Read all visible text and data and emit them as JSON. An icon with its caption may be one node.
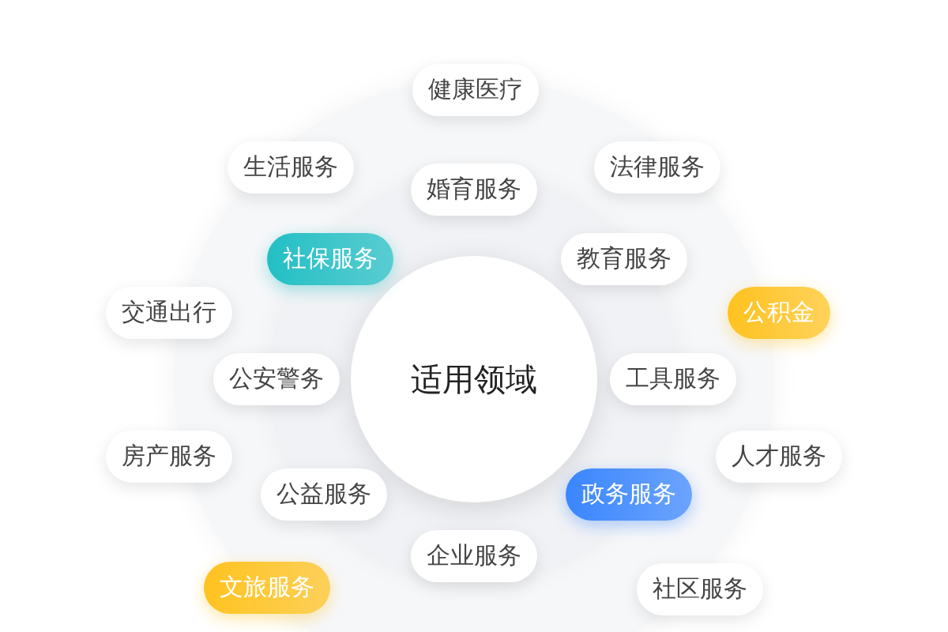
{
  "diagram": {
    "nodes": [
      {
        "text": [
          "适用领域"
        ]
      },
      {
        "text": [
          "健康医疗"
        ]
      },
      {
        "text": [
          "生活服务"
        ]
      },
      {
        "text": [
          "法律服务"
        ]
      },
      {
        "text": [
          "婚育服务"
        ]
      },
      {
        "text": [
          "社保服务"
        ]
      },
      {
        "text": [
          "教育服务"
        ]
      },
      {
        "text": [
          "交通出行"
        ]
      },
      {
        "text": [
          "公积金"
        ]
      },
      {
        "text": [
          "公安警务"
        ]
      },
      {
        "text": [
          "工具服务"
        ]
      },
      {
        "text": [
          "房产服务"
        ]
      },
      {
        "text": [
          "人才服务"
        ]
      },
      {
        "text": [
          "公益服务"
        ]
      },
      {
        "text": [
          "政务服务"
        ]
      },
      {
        "text": [
          "企业服务"
        ]
      },
      {
        "text": [
          "文旅服务"
        ]
      },
      {
        "text": [
          "社区服务"
        ]
      }
    ]
  }
}
